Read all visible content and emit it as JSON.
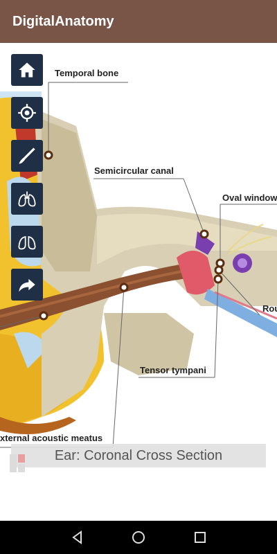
{
  "app": {
    "title": "DigitalAnatomy"
  },
  "toolbar": {
    "buttons": [
      {
        "name": "home",
        "icon": "home-icon"
      },
      {
        "name": "target",
        "icon": "crosshair-icon"
      },
      {
        "name": "scalpel",
        "icon": "scalpel-icon"
      },
      {
        "name": "lungs",
        "icon": "lungs-icon"
      },
      {
        "name": "lungs-outline",
        "icon": "lungs-outline-icon"
      },
      {
        "name": "share",
        "icon": "share-arrow-icon"
      }
    ]
  },
  "labels": {
    "temporal_bone": "Temporal bone",
    "semicircular_canal": "Semicircular canal",
    "oval_window": "Oval window",
    "round_partial": "Rou",
    "tensor_tympani": "Tensor tympani",
    "external_acoustic_meatus": "xternal acoustic meatus"
  },
  "caption": {
    "text": "Ear: Coronal Cross Section"
  },
  "nav": {
    "back": "back-icon",
    "home": "home-circle-icon",
    "recents": "recents-icon"
  },
  "colors": {
    "app_bar": "#795548",
    "tool_button": "#1f2f45",
    "bone": "#d8cfb4",
    "fat": "#f2c12e",
    "canal": "#8a5030"
  }
}
